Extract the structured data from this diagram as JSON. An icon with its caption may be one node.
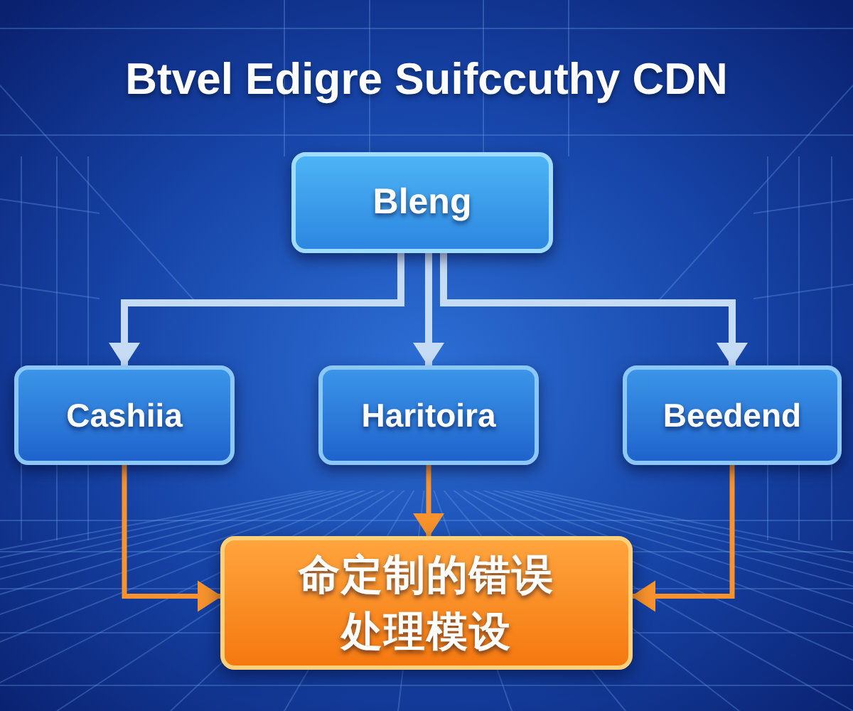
{
  "diagram": {
    "title": "Btvel Edigre Suifccuthy CDN",
    "nodes": [
      {
        "text": [
          "Bleng"
        ]
      },
      {
        "text": [
          "Cashiia"
        ]
      },
      {
        "text": [
          "Haritoira"
        ]
      },
      {
        "text": [
          "Beedend"
        ]
      },
      {
        "text": [
          "命定制的错误处理模设"
        ]
      }
    ],
    "edges": [
      {
        "from": 0,
        "to": 1,
        "arrow": "to",
        "color": "#c6dcf5"
      },
      {
        "from": 0,
        "to": 2,
        "arrow": "to",
        "color": "#c6dcf5"
      },
      {
        "from": 0,
        "to": 3,
        "arrow": "to",
        "color": "#c6dcf5"
      },
      {
        "from": 1,
        "to": 4,
        "arrow": "to",
        "color": "#f7922c"
      },
      {
        "from": 2,
        "to": 4,
        "arrow": "to",
        "color": "#f7922c"
      },
      {
        "from": 3,
        "to": 4,
        "arrow": "to",
        "color": "#f7922c"
      }
    ]
  }
}
